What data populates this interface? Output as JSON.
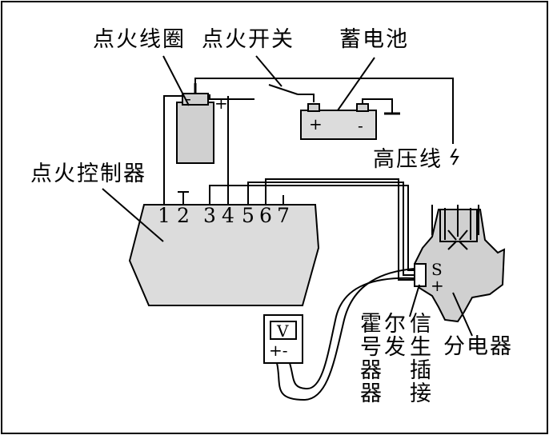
{
  "labels": {
    "ignition_coil": "点火线圈",
    "ignition_switch": "点火开关",
    "battery": "蓄电池",
    "high_voltage_wire": "高压线",
    "ignition_controller": "点火控制器",
    "distributor": "分电器",
    "hall_signal_col1": [
      "霍",
      "号",
      "器",
      "器"
    ],
    "hall_signal_col2": [
      "尔",
      "发"
    ],
    "hall_signal_col3": [
      "信",
      "生",
      "插",
      "接"
    ]
  },
  "terminals": [
    "1",
    "2",
    "3",
    "4",
    "5",
    "6",
    "7"
  ],
  "symbols": {
    "coil_minus": "-",
    "coil_plus": "+",
    "battery_plus": "+",
    "battery_minus": "-",
    "hall_s": "S",
    "hall_plus": "+",
    "voltmeter_v": "V",
    "voltmeter_polarity": "+-"
  },
  "colors": {
    "part_fill": "#d0d0d0",
    "line": "#000000"
  }
}
